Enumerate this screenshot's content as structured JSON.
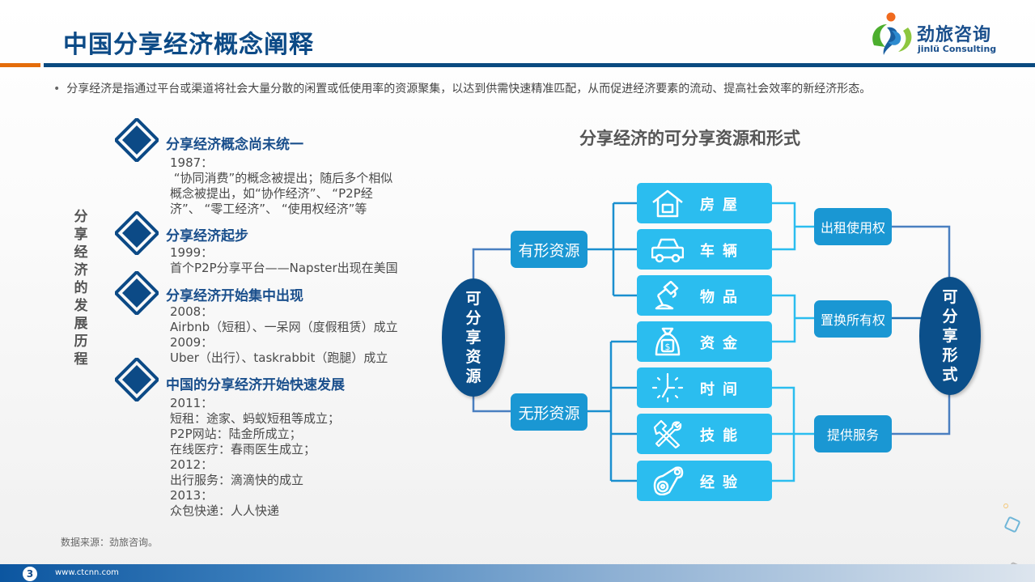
{
  "header": {
    "title": "中国分享经济概念阐释",
    "logo_cn": "劲旅咨询",
    "logo_en": "jinlü Consulting"
  },
  "intro": {
    "bullet": "•",
    "text": "分享经济是指通过平台或渠道将社会大量分散的闲置或低使用率的资源聚集，以达到供需快速精准匹配，从而促进经济要素的流动、提高社会效率的新经济形态。"
  },
  "timeline": {
    "vertical_title": "分享经济的发展历程",
    "stages": [
      {
        "heading": "分享经济概念尚未统一",
        "lines": [
          "1987：",
          " “协同消费”的概念被提出；随后多个相似",
          "概念被提出，如“协作经济”、 “P2P经",
          "济”、 “零工经济”、 “使用权经济”等"
        ]
      },
      {
        "heading": "分享经济起步",
        "lines": [
          "1999：",
          "首个P2P分享平台——Napster出现在美国"
        ]
      },
      {
        "heading": "分享经济开始集中出现",
        "lines": [
          "2008：",
          "Airbnb（短租）、一呆网（度假租赁）成立",
          "2009：",
          "Uber（出行）、taskrabbit（跑腿）成立"
        ]
      },
      {
        "heading": "中国的分享经济开始快速发展",
        "lines": [
          "2011：",
          "短租：途家、蚂蚁短租等成立；",
          "P2P网站：陆金所成立；",
          "在线医疗：春雨医生成立；",
          "2012：",
          "出行服务：滴滴快的成立",
          "2013：",
          "众包快递：人人快递"
        ]
      }
    ]
  },
  "diagram": {
    "title": "分享经济的可分享资源和形式",
    "left_root": "可分享资源",
    "right_root": "可分享形式",
    "categories": {
      "tangible": "有形资源",
      "intangible": "无形资源"
    },
    "resources": [
      {
        "label": "房屋",
        "icon": "house-icon"
      },
      {
        "label": "车辆",
        "icon": "car-icon"
      },
      {
        "label": "物品",
        "icon": "lamp-icon"
      },
      {
        "label": "资金",
        "icon": "money-bag-icon"
      },
      {
        "label": "时间",
        "icon": "clock-icon"
      },
      {
        "label": "技能",
        "icon": "tools-icon"
      },
      {
        "label": "经验",
        "icon": "pulley-icon"
      }
    ],
    "forms": {
      "rent": "出租使用权",
      "swap": "置换所有权",
      "service": "提供服务"
    },
    "colors": {
      "dark_blue": "#0b4f8a",
      "mid_blue": "#1a97d3",
      "light_blue": "#2bbdef"
    }
  },
  "footer": {
    "source": "数据来源：劲旅咨询。",
    "page_number": "3",
    "url": "www.ctcnn.com"
  }
}
